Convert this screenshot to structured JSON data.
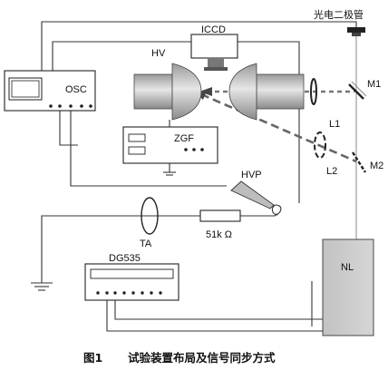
{
  "diagram": {
    "labels": {
      "photodiode": "光电二极管",
      "iccd": "ICCD",
      "hv": "HV",
      "osc": "OSC",
      "zgf": "ZGF",
      "m1": "M1",
      "m2": "M2",
      "l1": "L1",
      "l2": "L2",
      "hvp": "HVP",
      "resistor": "51k Ω",
      "ta": "TA",
      "dg535": "DG535",
      "nl": "NL"
    },
    "caption": {
      "figure": "图1",
      "text": "试验装置布局及信号同步方式"
    },
    "colors": {
      "line": "#333333",
      "device_fill": "#cfcfcf",
      "laser_path": "#666666"
    }
  }
}
